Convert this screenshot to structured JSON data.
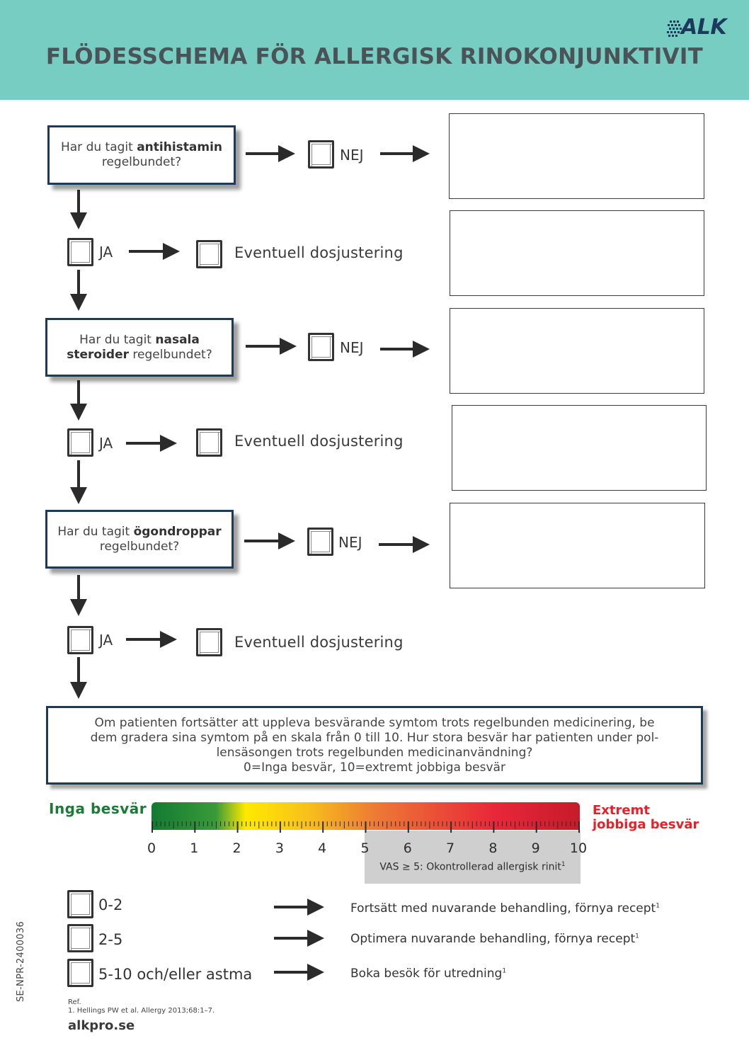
{
  "header": {
    "title": "FLÖDESSCHEMA FÖR ALLERGISK RINOKONJUNKTIVIT",
    "logo_text": "ALK"
  },
  "questions": [
    {
      "prefix": "Har du tagit ",
      "bold": "antihistamin",
      "suffix": "regelbundet?"
    },
    {
      "prefix": "Har du tagit ",
      "bold": "nasala",
      "bold2": "steroider",
      "suffix": " regelbundet?"
    },
    {
      "prefix": "Har du tagit ",
      "bold": "ögondroppar",
      "suffix": "regelbundet?"
    }
  ],
  "labels": {
    "no": "NEJ",
    "yes": "JA",
    "dose_adjust": "Eventuell dosjustering"
  },
  "bottom_box": {
    "line1": "Om patienten fortsätter att uppleva besvärande symtom trots regelbunden medicinering, be",
    "line2": "dem gradera sina symtom på en skala från 0 till 10. Hur stora besvär har patienten under pol-",
    "line3": "lensäsongen trots regelbunden medicinanvändning?",
    "line4": "0=Inga besvär, 10=extremt jobbiga besvär"
  },
  "scale": {
    "left_label": "Inga besvär",
    "right_label_1": "Extremt",
    "right_label_2": "jobbiga besvär",
    "numbers": [
      "0",
      "1",
      "2",
      "3",
      "4",
      "5",
      "6",
      "7",
      "8",
      "9",
      "10"
    ],
    "note": "VAS ≥ 5: Okontrollerad allergisk rinit",
    "note_sup": "1",
    "colors": {
      "low": "#127a32",
      "mid": "#ffe900",
      "high": "#e9273a"
    }
  },
  "legend": [
    {
      "range": "0-2",
      "action": "Fortsätt med nuvarande behandling, förnya recept",
      "sup": "1"
    },
    {
      "range": "2-5",
      "action": "Optimera nuvarande behandling, förnya recept",
      "sup": "1"
    },
    {
      "range": "5-10 och/eller astma",
      "action": "Boka besök för utredning",
      "sup": "1"
    }
  ],
  "footer": {
    "code": "SE-NPR-2400036",
    "ref_title": "Ref.",
    "ref_text": "1. Hellings PW et al. Allergy 2013;68:1–7.",
    "website": "alkpro.se"
  },
  "colors": {
    "header_bg": "#78cdc2",
    "box_border": "#1d3a58",
    "title_text": "#4a5358"
  }
}
